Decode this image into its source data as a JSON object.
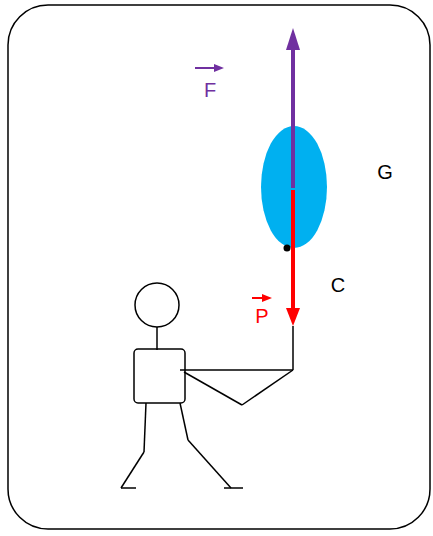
{
  "diagram": {
    "labels": [
      "F",
      "G",
      "C",
      "P"
    ]
  }
}
